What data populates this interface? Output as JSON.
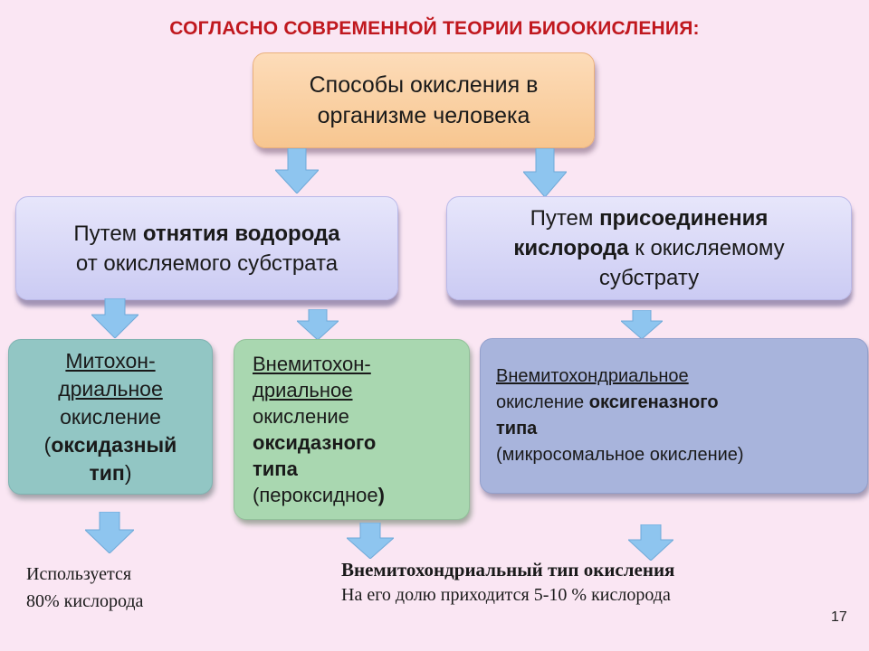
{
  "title": "СОГЛАСНО СОВРЕМЕННОЙ ТЕОРИИ БИООКИСЛЕНИЯ:",
  "root": {
    "line1": "Способы окисления в",
    "line2": "организме человека"
  },
  "branch_hydrogen": {
    "pre": "Путем ",
    "bold": "отнятия водорода",
    "line2": "от окисляемого субстрата"
  },
  "branch_oxygen": {
    "pre": "Путем ",
    "bold1": "присоединения",
    "bold2": "кислорода",
    "post2": " к окисляемому",
    "line3": "субстрату"
  },
  "mito": {
    "line1": "Митохон-",
    "line2": "дриальное",
    "line3": "окисление",
    "paren_open": "(",
    "bold1": "оксидазный",
    "bold2": "тип",
    "paren_close": ")"
  },
  "extra": {
    "line1": "Внемитохон-",
    "line2": "дриальное",
    "line3": "окисление",
    "bold1": "оксидазного",
    "bold2": "типа",
    "line6_pre": "(пероксидное",
    "line6_close": ")"
  },
  "micro": {
    "line1": "Внемитохондриальное",
    "line2_pre": "окисление ",
    "line2_bold": "оксигеназного",
    "line3_bold": "типа",
    "line4": "(микросомальное окисление)"
  },
  "note_left": {
    "line1": "Используется",
    "line2": "80% кислорода"
  },
  "note_right": {
    "heading": "Внемитохондриальный тип окисления",
    "line2": "На его долю приходится 5-10 % кислорода"
  },
  "page_number": "17",
  "colors": {
    "background": "#fae6f3",
    "title": "#c0181e",
    "root_box": "#f7c690",
    "level1_box": "#cbcbf3",
    "mito_box": "#92c6c4",
    "extra_box": "#a9d7b0",
    "micro_box": "#a8b4dc",
    "arrow": "#8ec5ef"
  },
  "icons": {
    "arrow": "arrow-down-icon"
  }
}
